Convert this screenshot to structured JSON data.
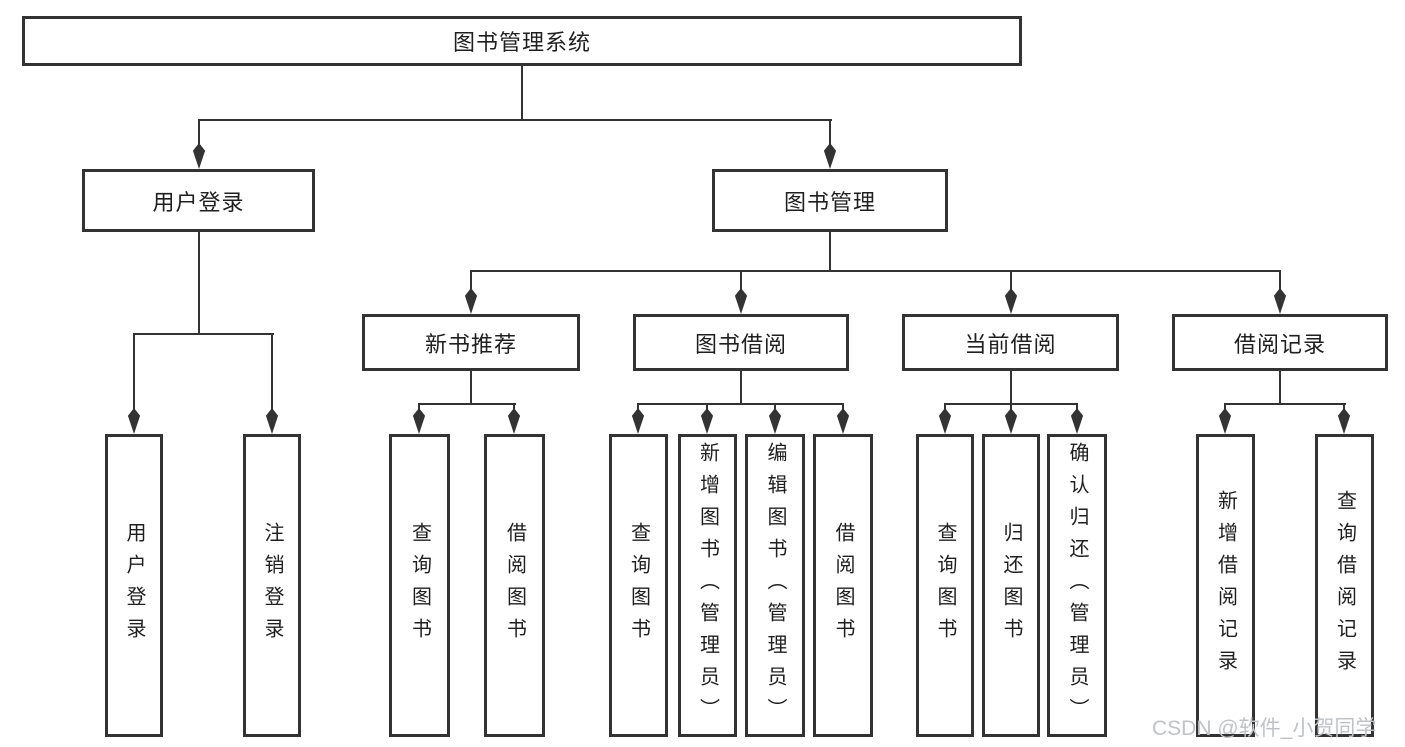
{
  "diagram": {
    "root": "图书管理系统",
    "level2": [
      "用户登录",
      "图书管理"
    ],
    "level3": [
      "新书推荐",
      "图书借阅",
      "当前借阅",
      "借阅记录"
    ],
    "leaves": {
      "user_login": [
        "用户登录",
        "注销登录"
      ],
      "new_book_recommend": [
        "查询图书",
        "借阅图书"
      ],
      "book_borrow": [
        "查询图书",
        "新增图书（管理员）",
        "编辑图书（管理员）",
        "借阅图书"
      ],
      "current_borrow": [
        "查询图书",
        "归还图书",
        "确认归还（管理员）"
      ],
      "borrow_record": [
        "新增借阅记录",
        "查询借阅记录"
      ]
    }
  },
  "watermark": "CSDN @软件_小贺同学",
  "colors": {
    "line": "#333333",
    "text": "#1f1f1f",
    "watermark": "#bfc3c6",
    "background": "#ffffff"
  }
}
